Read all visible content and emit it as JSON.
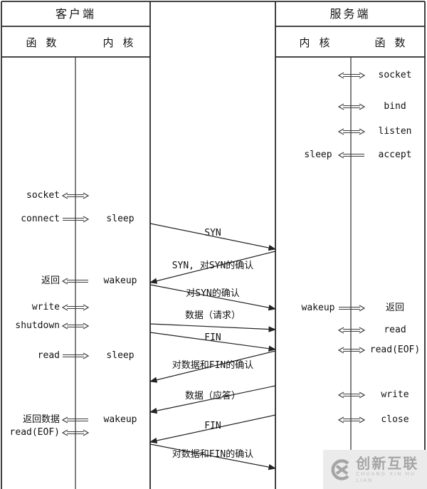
{
  "headers": {
    "client_title": "客户端",
    "server_title": "服务端",
    "client_func_col": "函 数",
    "client_kernel_col": "内 核",
    "server_kernel_col": "内 核",
    "server_func_col": "函 数"
  },
  "client_rows": [
    {
      "func": "socket",
      "kernel": ""
    },
    {
      "func": "connect",
      "kernel": "sleep"
    },
    {
      "func": "返回",
      "kernel": "wakeup"
    },
    {
      "func": "write",
      "kernel": ""
    },
    {
      "func": "shutdown",
      "kernel": ""
    },
    {
      "func": "read",
      "kernel": "sleep"
    },
    {
      "func": "返回数据",
      "kernel": "wakeup"
    },
    {
      "func": "read(EOF)",
      "kernel": ""
    }
  ],
  "server_rows": [
    {
      "kernel": "",
      "func": "socket"
    },
    {
      "kernel": "",
      "func": "bind"
    },
    {
      "kernel": "",
      "func": "listen"
    },
    {
      "kernel": "sleep",
      "func": "accept"
    },
    {
      "kernel": "wakeup",
      "func": "返回"
    },
    {
      "kernel": "",
      "func": "read"
    },
    {
      "kernel": "",
      "func": "read(EOF)"
    },
    {
      "kernel": "",
      "func": "write"
    },
    {
      "kernel": "",
      "func": "close"
    }
  ],
  "messages": [
    {
      "label": "SYN",
      "direction": "client-to-server"
    },
    {
      "label": "SYN, 对SYN的确认",
      "direction": "server-to-client"
    },
    {
      "label": "对SYN的确认",
      "direction": "client-to-server"
    },
    {
      "label": "数据（请求）",
      "direction": "client-to-server"
    },
    {
      "label": "FIN",
      "direction": "client-to-server"
    },
    {
      "label": "对数据和FIN的确认",
      "direction": "server-to-client"
    },
    {
      "label": "数据（应答）",
      "direction": "server-to-client"
    },
    {
      "label": "FIN",
      "direction": "server-to-client"
    },
    {
      "label": "对数据和FIN的确认",
      "direction": "client-to-server"
    }
  ],
  "watermark": {
    "brand": "创新互联",
    "subtitle": "CHUANG XIN HU LIAN"
  },
  "colors": {
    "line": "#2b2b2b",
    "text": "#111111",
    "watermark_bg": "#ebebeb",
    "watermark_fg": "#a5a5a5"
  }
}
